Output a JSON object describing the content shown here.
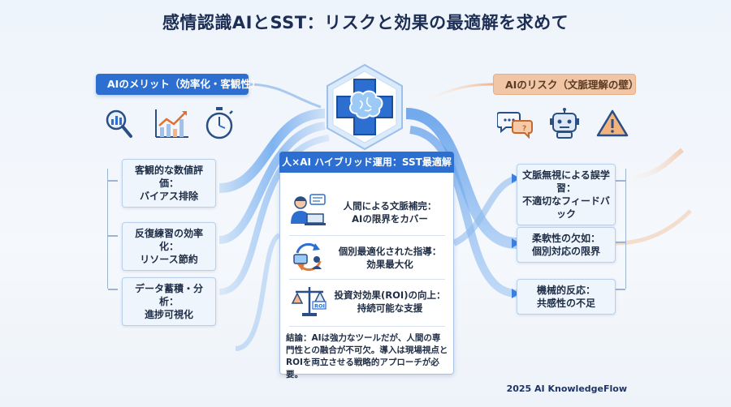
{
  "title": "感情認識AIとSST：リスクと効果の最適解を求めて",
  "merit": {
    "header": "AIのメリット（効率化・客観性）",
    "icons": [
      "magnifier-chart-icon",
      "line-chart-icon",
      "stopwatch-icon"
    ],
    "items": [
      {
        "line1": "客観的な数値評価：",
        "line2": "バイアス排除"
      },
      {
        "line1": "反復練習の効率化：",
        "line2": "リソース節約"
      },
      {
        "line1": "データ蓄積・分析：",
        "line2": "進捗可視化"
      }
    ]
  },
  "risk": {
    "header": "AIのリスク（文脈理解の壁）",
    "icons": [
      "speech-bubbles-icon",
      "robot-icon",
      "warning-icon"
    ],
    "items": [
      {
        "line1": "文脈無視による誤学習：",
        "line2": "不適切なフィードバック"
      },
      {
        "line1": "柔軟性の欠如：",
        "line2": "個別対応の限界"
      },
      {
        "line1": "機械的反応：",
        "line2": "共感性の不足"
      }
    ]
  },
  "center": {
    "header": "人×AI ハイブリッド運用：SST最適解",
    "items": [
      {
        "icon": "counselor-laptop-icon",
        "line1": "人間による文脈補完：",
        "line2": "AIの限界をカバー"
      },
      {
        "icon": "personalization-cycle-icon",
        "line1": "個別最適化された指導：",
        "line2": "効果最大化"
      },
      {
        "icon": "balance-scale-icon",
        "icon_label": "ROI",
        "line1": "投資対効果(ROI)の向上：",
        "line2": "持続可能な支援"
      }
    ],
    "conclusion": "結論：AIは強力なツールだが、人間の専門性との融合が不可欠。導入は現場視点とROIを両立させる戦略的アプローチが必要。"
  },
  "logo_icon": "brain-cross-icon",
  "footer": "2025 AI KnowledgeFlow",
  "colors": {
    "accent_blue": "#2c6fd1",
    "risk_orange": "#f0c6a6",
    "flow_blue": "#7fb3ee",
    "flow_orange": "#f2b48a"
  }
}
